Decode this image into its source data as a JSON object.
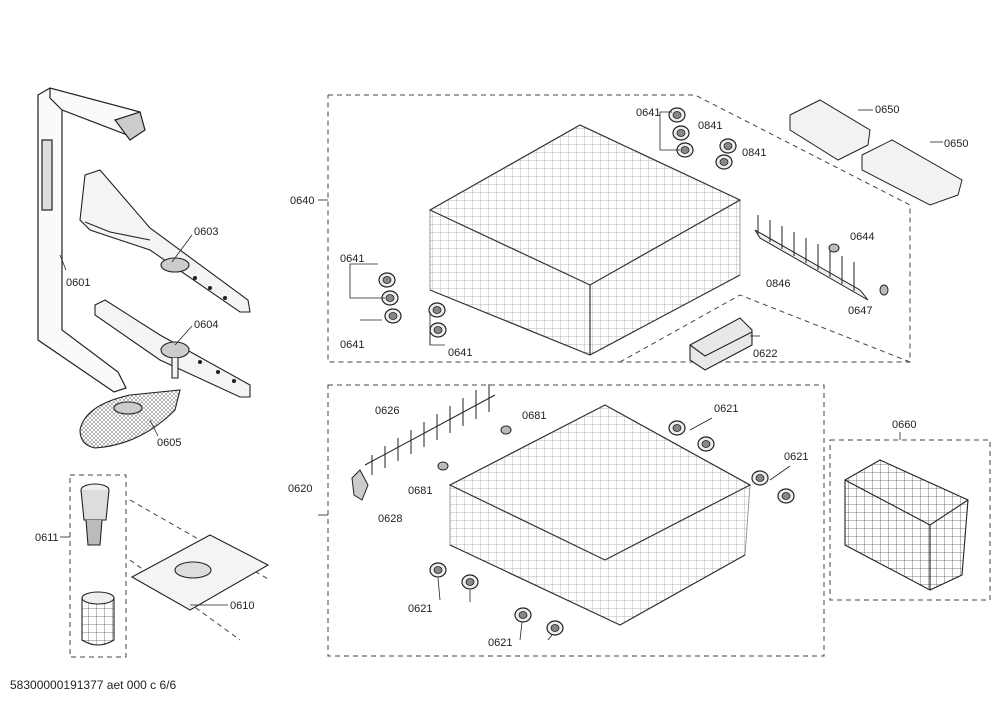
{
  "footer": "58300000191377 aet 000 c 6/6",
  "labels": {
    "p0601": "0601",
    "p0603": "0603",
    "p0604": "0604",
    "p0605": "0605",
    "p0611": "0611",
    "p0610": "0610",
    "p0640": "0640",
    "p0641a": "0641",
    "p0841a": "0841",
    "p0841b": "0841",
    "p0650a": "0650",
    "p0650b": "0650",
    "p0641b": "0641",
    "p0641c": "0641",
    "p0641d": "0641",
    "p0644": "0644",
    "p0846": "0846",
    "p0647": "0647",
    "p0622": "0622",
    "p0620": "0620",
    "p0626": "0626",
    "p0681a": "0681",
    "p0681b": "0681",
    "p0628": "0628",
    "p0621a": "0621",
    "p0621b": "0621",
    "p0621c": "0621",
    "p0621d": "0621",
    "p0660": "0660"
  }
}
